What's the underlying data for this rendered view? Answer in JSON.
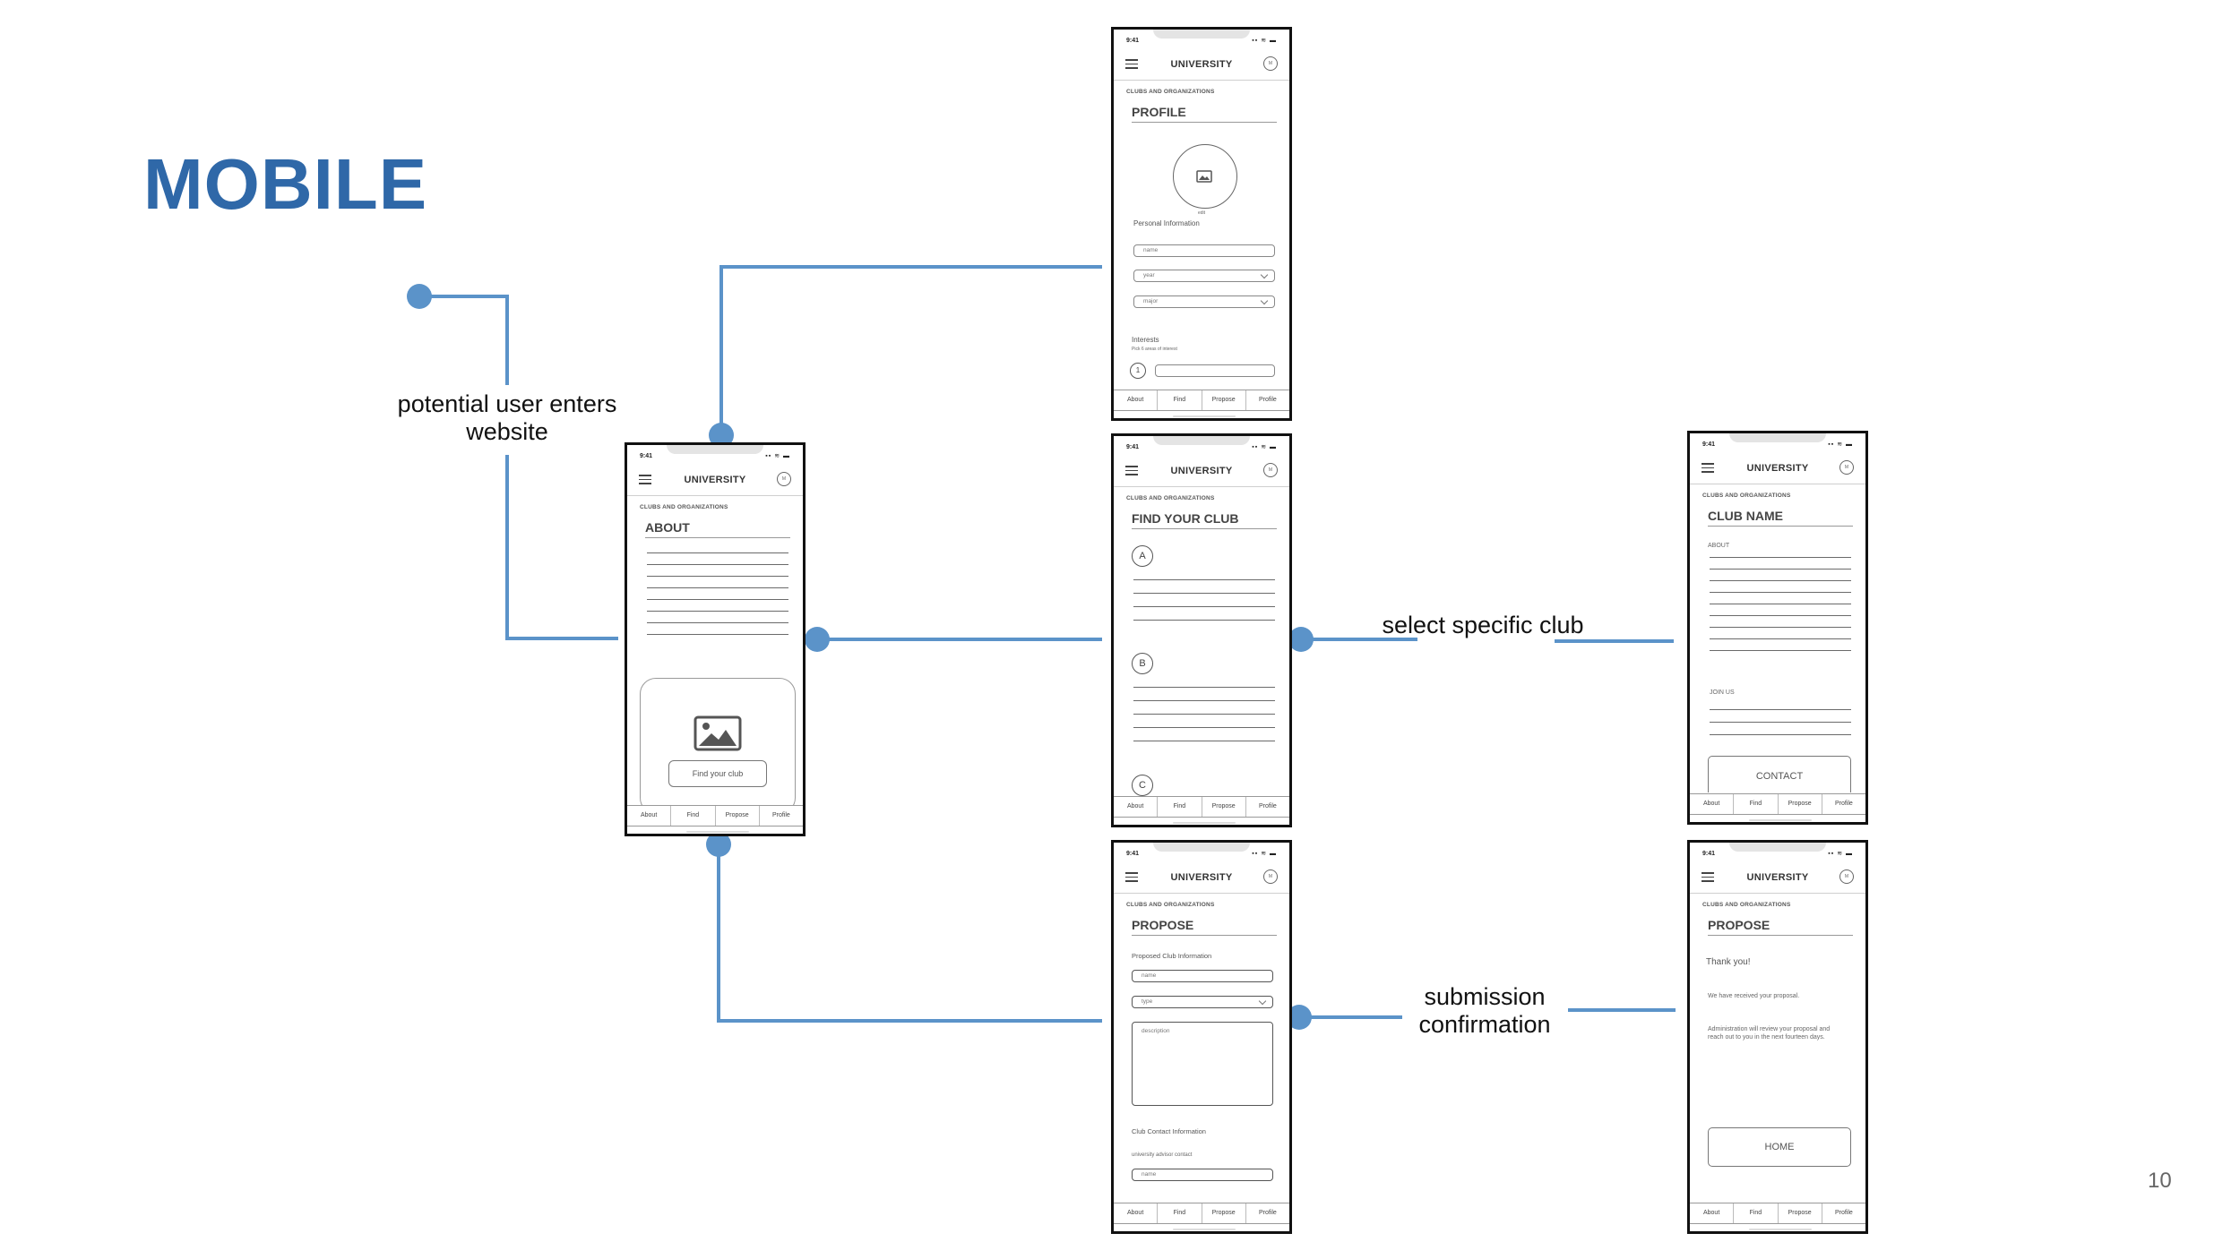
{
  "slide": {
    "title": "MOBILE",
    "page_number": "10"
  },
  "annotations": {
    "potential_user": "potential user enters website",
    "select_club": "select specific club",
    "submission": "submission confirmation"
  },
  "common": {
    "status_time": "9:41",
    "status_icons": "▪▪ ≋ ▬",
    "brand": "UNIVERSITY",
    "avatar": "M",
    "breadcrumb": "CLUBS AND ORGANIZATIONS",
    "tabs": [
      "About",
      "Find",
      "Propose",
      "Profile"
    ]
  },
  "about_screen": {
    "title": "ABOUT",
    "cta_button": "Find your club"
  },
  "profile_screen": {
    "title": "PROFILE",
    "edit_label": "edit",
    "personal_info_label": "Personal Information",
    "field_name": "name",
    "field_year": "year",
    "field_major": "major",
    "interests_label": "Interests",
    "interests_hint": "Pick 6 areas of interest",
    "interest_number": "1"
  },
  "find_screen": {
    "title": "FIND YOUR CLUB",
    "letters": [
      "A",
      "B",
      "C"
    ]
  },
  "club_screen": {
    "title": "CLUB NAME",
    "about_label": "ABOUT",
    "join_label": "JOIN US",
    "contact_button": "CONTACT"
  },
  "propose_screen": {
    "title": "PROPOSE",
    "proposed_label": "Proposed Club Information",
    "field_name": "name",
    "field_type": "type",
    "field_description": "description",
    "contact_label": "Club Contact Information",
    "advisor_label": "university advisor contact",
    "field_contact_name": "name"
  },
  "confirm_screen": {
    "title": "PROPOSE",
    "thanks": "Thank you!",
    "received": "We have received your proposal.",
    "review": "Administration will review your proposal and reach out to you in the next fourteen days.",
    "home_button": "HOME"
  },
  "colors": {
    "accent": "#2f68a8",
    "connector": "#5b93c9"
  }
}
